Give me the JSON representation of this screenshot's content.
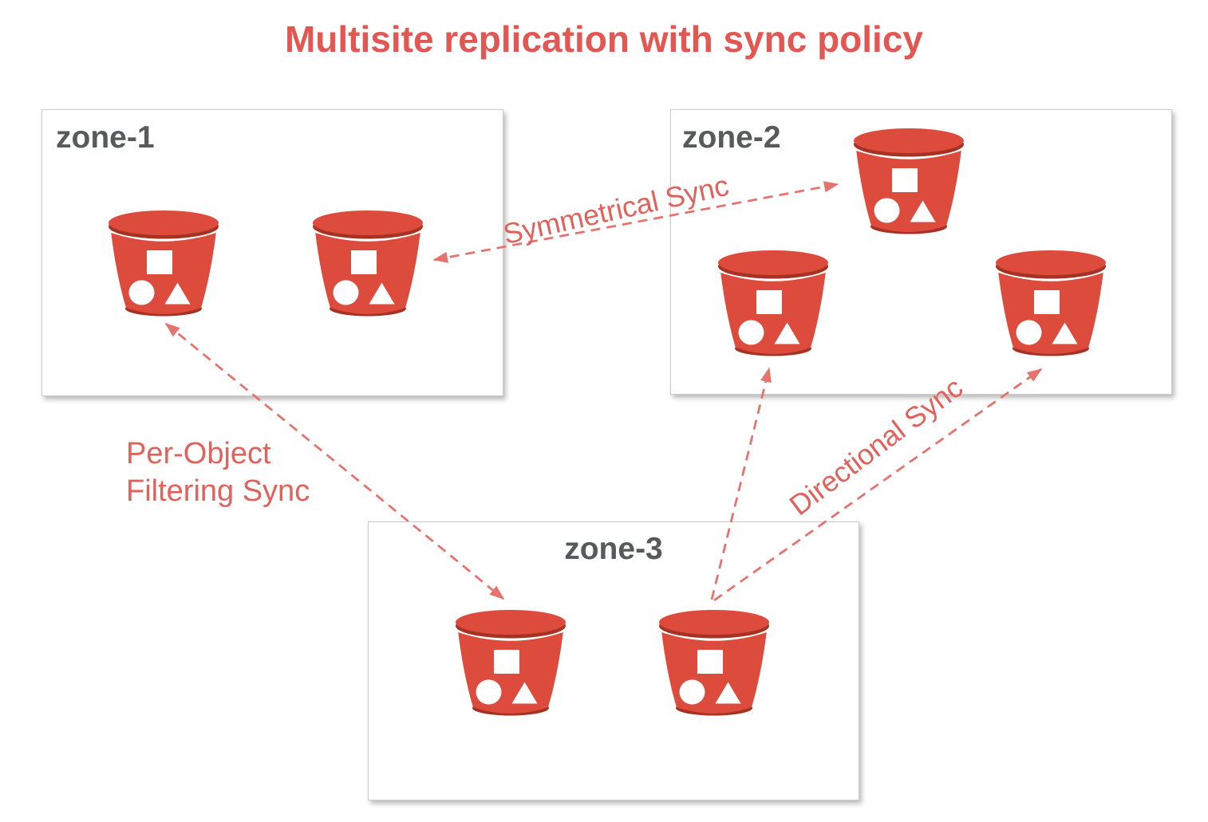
{
  "title": "Multisite replication with sync policy",
  "zones": [
    {
      "name": "zone-1",
      "bucket_count": 2
    },
    {
      "name": "zone-2",
      "bucket_count": 3
    },
    {
      "name": "zone-3",
      "bucket_count": 2
    }
  ],
  "links": [
    {
      "label": "Symmetrical Sync",
      "type": "bidirectional",
      "from": "zone-1",
      "to": "zone-2"
    },
    {
      "label": "Per-Object Filtering Sync",
      "lines": [
        "Per-Object",
        "Filtering Sync"
      ],
      "type": "bidirectional",
      "from": "zone-1",
      "to": "zone-3"
    },
    {
      "label": "Directional Sync",
      "type": "one-way",
      "from": "zone-3",
      "to": "zone-2"
    }
  ],
  "bucket": {
    "shapes": [
      "square",
      "circle",
      "triangle"
    ]
  },
  "colors": {
    "title_text": "#e35753",
    "sync_label_text": "#e0625d",
    "arrow": "#e4746d",
    "zone_label_text": "#58595b",
    "bucket_red": "#dc4b3b",
    "bucket_dark_red": "#a53222",
    "zone_border": "#cccccc",
    "background": "#ffffff"
  }
}
